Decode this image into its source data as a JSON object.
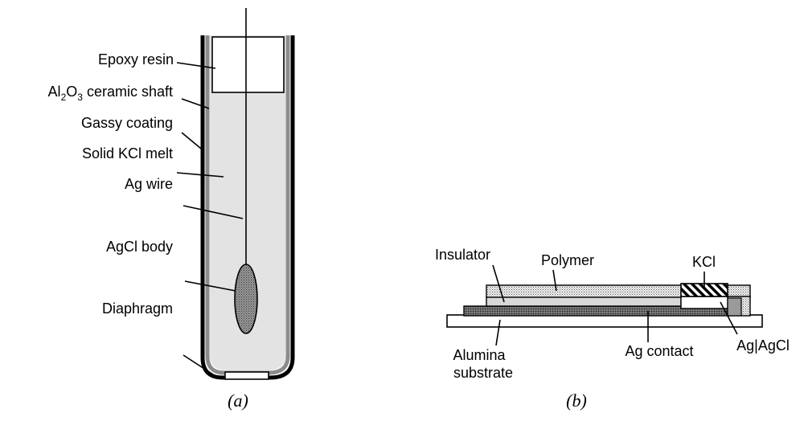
{
  "panel_a": {
    "caption": "(a)",
    "labels": {
      "epoxy": "Epoxy resin",
      "shaft_prefix": "Al",
      "shaft_sub1": "2",
      "shaft_mid": "O",
      "shaft_sub2": "3",
      "shaft_suffix": " ceramic shaft",
      "coating": "Gassy coating",
      "kcl_melt": "Solid KCl melt",
      "ag_wire": "Ag wire",
      "agcl_body": "AgCl body",
      "diaphragm": "Diaphragm"
    }
  },
  "panel_b": {
    "caption": "(b)",
    "labels": {
      "insulator": "Insulator",
      "polymer": "Polymer",
      "kcl": "KCl",
      "alumina_1": "Alumina",
      "alumina_2": "substrate",
      "ag_contact": "Ag contact",
      "ag_agcl": "Ag|AgCl"
    }
  }
}
